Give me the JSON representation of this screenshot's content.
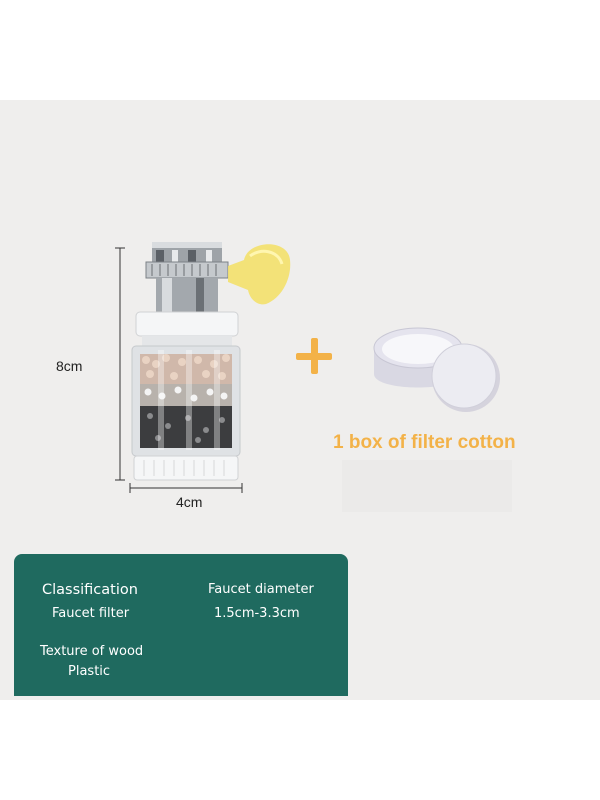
{
  "product": {
    "height_label": "8cm",
    "width_label": "4cm",
    "accessory_label": "1 box of filter cotton"
  },
  "specs": [
    {
      "title": "Classification",
      "value": "Faucet filter"
    },
    {
      "title": "Faucet diameter",
      "value": "1.5cm-3.3cm"
    },
    {
      "title": "Texture of wood",
      "value": "Plastic"
    }
  ],
  "colors": {
    "accent": "#f3b248",
    "card": "#1f6a5f",
    "background": "#efeeed"
  },
  "icons": {
    "plus": "plus-icon"
  }
}
